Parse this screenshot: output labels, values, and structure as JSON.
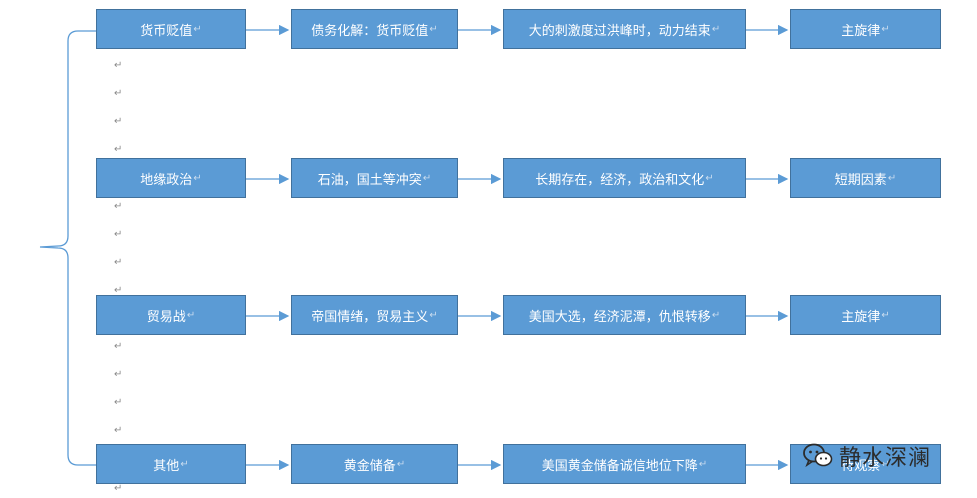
{
  "rows": [
    {
      "cells": [
        "货币贬值",
        "债务化解：货币贬值",
        "大的刺激度过洪峰时，动力结束",
        "主旋律"
      ]
    },
    {
      "cells": [
        "地缘政治",
        "石油，国土等冲突",
        "长期存在，经济，政治和文化",
        "短期因素"
      ]
    },
    {
      "cells": [
        "贸易战",
        "帝国情绪，贸易主义",
        "美国大选，经济泥潭，仇恨转移",
        "主旋律"
      ]
    },
    {
      "cells": [
        "其他",
        "黄金储备",
        "美国黄金储备诚信地位下降",
        "待观察"
      ]
    }
  ],
  "paragraph_mark": "↵",
  "watermark": {
    "text": "静水深澜",
    "icon": "wechat-icon"
  },
  "colors": {
    "box_fill": "#5b9bd5",
    "box_border": "#41719c",
    "text": "#ffffff",
    "connector": "#5b9bd5"
  }
}
